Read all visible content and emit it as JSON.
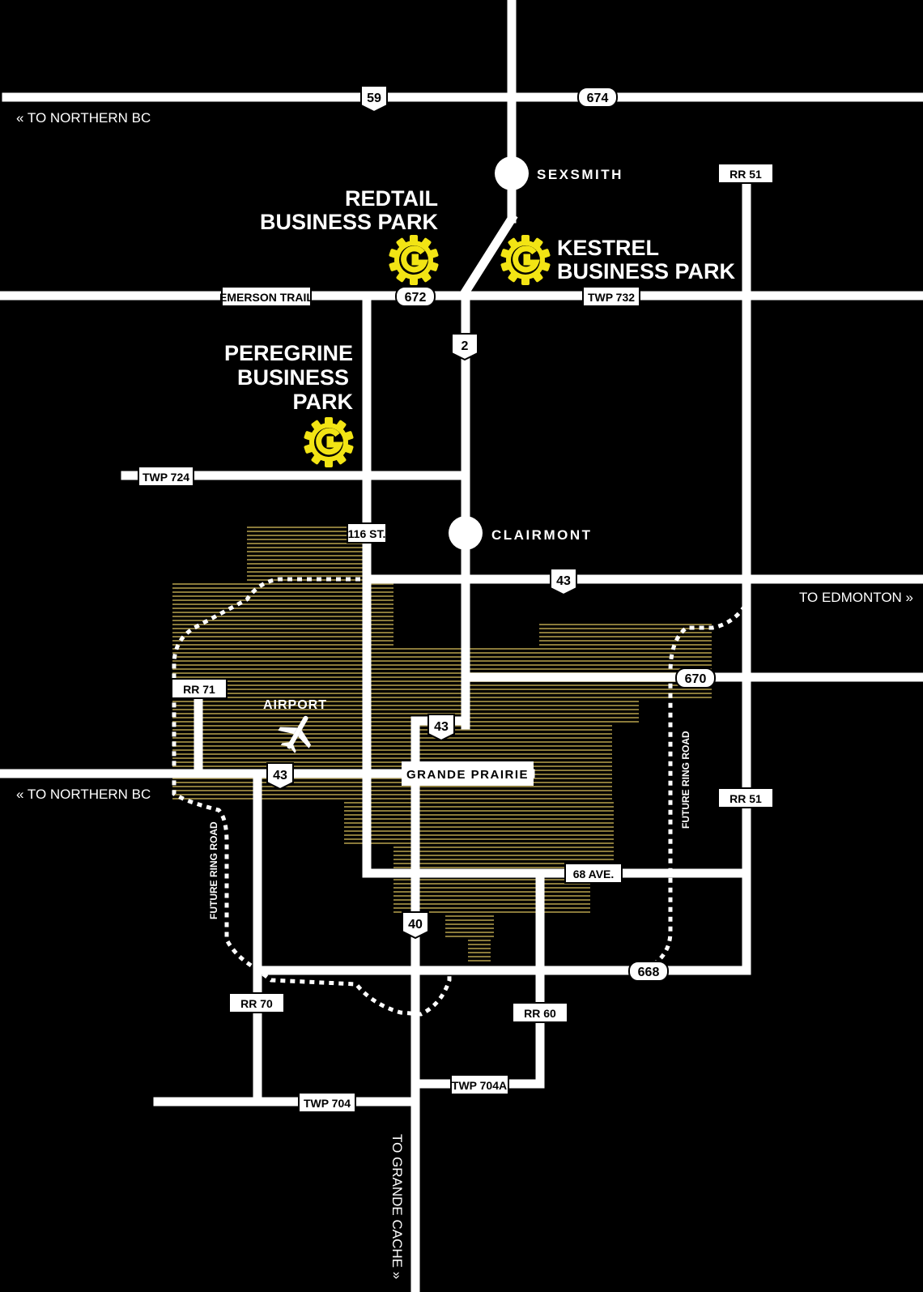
{
  "colors": {
    "background": "#000000",
    "road": "#ffffff",
    "marker_yellow": "#f2e414",
    "city_hatch": "#8a7a3a"
  },
  "directions": {
    "north_bc_top": "« TO NORTHERN BC",
    "north_bc_mid": "« TO NORTHERN BC",
    "edmonton": "TO EDMONTON »",
    "grande_cache": "TO GRANDE CACHE »"
  },
  "towns": {
    "sexsmith": "SEXSMITH",
    "clairmont": "CLAIRMONT",
    "grande_prairie": "GRANDE PRAIRIE",
    "airport": "AIRPORT"
  },
  "parks": {
    "redtail_line1": "REDTAIL",
    "redtail_line2": "BUSINESS PARK",
    "kestrel_line1": "KESTREL",
    "kestrel_line2": "BUSINESS PARK",
    "peregrine_line1": "PEREGRINE",
    "peregrine_line2": "BUSINESS",
    "peregrine_line3": "PARK",
    "marker_icon": "gear-g-logo-icon",
    "marker_letter": "G"
  },
  "highways": {
    "h59": "59",
    "h674": "674",
    "h672": "672",
    "h2": "2",
    "h43_north": "43",
    "h670": "670",
    "h43_city": "43",
    "h43_west": "43",
    "h40": "40",
    "h668": "668"
  },
  "road_signs": {
    "rr51_top": "RR 51",
    "emerson": "EMERSON TRAIL",
    "twp732": "TWP 732",
    "twp724": "TWP 724",
    "st116": "116 ST.",
    "rr71": "RR 71",
    "rr51_bottom": "RR 51",
    "ave68": "68 AVE.",
    "rr70": "RR 70",
    "rr60": "RR 60",
    "twp704a": "TWP 704A",
    "twp704": "TWP 704"
  },
  "ring_road": {
    "west": "FUTURE RING ROAD",
    "east": "FUTURE RING ROAD"
  }
}
